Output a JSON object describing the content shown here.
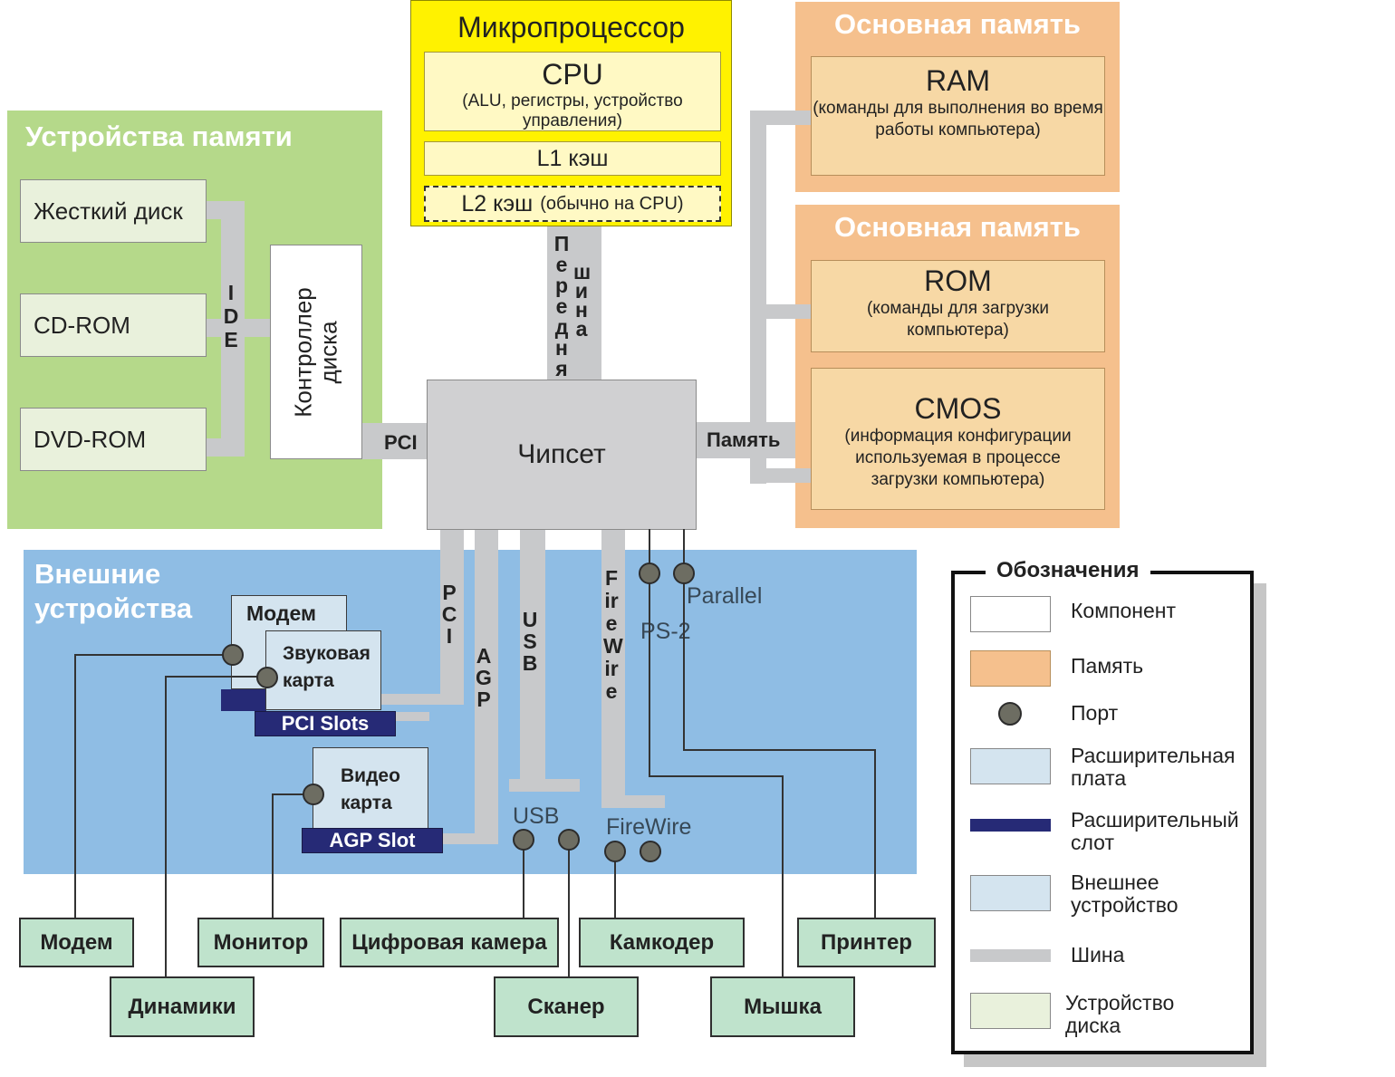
{
  "microprocessor": {
    "title": "Микропроцессор",
    "cpu_title": "CPU",
    "cpu_sub": "(ALU, регистры, устройство управления)",
    "l1": "L1 кэш",
    "l2": "L2 кэш",
    "l2_note": "(обычно на CPU)"
  },
  "main_memory_top": {
    "title": "Основная память",
    "ram_title": "RAM",
    "ram_sub": "(команды для выполнения во время работы компьютера)"
  },
  "main_memory_bottom": {
    "title": "Основная память",
    "rom_title": "ROM",
    "rom_sub": "(команды для загрузки компьютера)",
    "cmos_title": "CMOS",
    "cmos_sub": "(информация конфигурации используемая в процессе загрузки компьютера)"
  },
  "storage": {
    "title": "Устройства памяти",
    "hdd": "Жесткий диск",
    "cdrom": "CD-ROM",
    "dvdrom": "DVD-ROM",
    "ide": "IDE",
    "controller": "Контроллер диска"
  },
  "chipset": {
    "label": "Чипсет",
    "pci": "PCI",
    "memory": "Память",
    "front_bus": "Передняя",
    "front_bus2": "шина"
  },
  "external": {
    "title": "Внешние устройства",
    "modem_card": "Модем",
    "sound_card": "Звуковая карта",
    "pci_slots": "PCI Slots",
    "video_card": "Видео карта",
    "agp_slot": "AGP Slot",
    "bus_pci": "PCI",
    "bus_agp": "AGP",
    "bus_usb": "USB",
    "bus_firewire": "FireWire",
    "port_parallel": "Parallel",
    "port_ps2": "PS-2",
    "port_usb": "USB",
    "port_firewire": "FireWire"
  },
  "devices": {
    "modem": "Модем",
    "monitor": "Монитор",
    "camera": "Цифровая камера",
    "camcorder": "Камкодер",
    "printer": "Принтер",
    "speakers": "Динамики",
    "scanner": "Сканер",
    "mouse": "Мышка"
  },
  "legend": {
    "title": "Обозначения",
    "items": [
      "Компонент",
      "Память",
      "Порт",
      "Расширительная плата",
      "Расширительный слот",
      "Внешнее устройство",
      "Шина",
      "Устройство диска"
    ]
  },
  "colors": {
    "storage_bg": "#b5d98a",
    "memory_bg": "#f5c08d",
    "cpu_bg": "#fff200",
    "external_bg": "#8fbde4",
    "bus": "#c8c9cb",
    "slot": "#262a76"
  }
}
